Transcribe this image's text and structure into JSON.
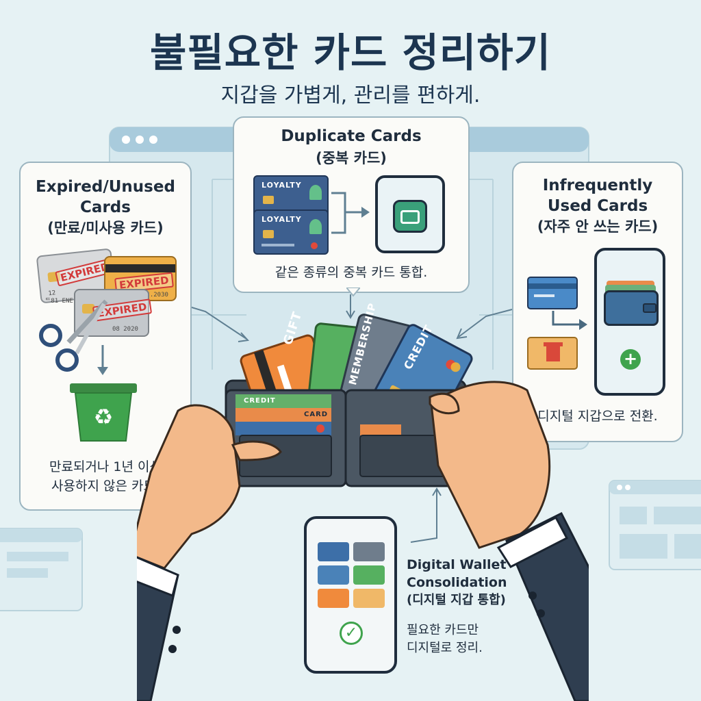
{
  "header": {
    "title": "불필요한 카드 정리하기",
    "subtitle": "지갑을 가볍게, 관리를 편하게."
  },
  "panels": {
    "expired": {
      "title_en_1": "Expired/Unused",
      "title_en_2": "Cards",
      "title_ko": "(만료/미사용 카드)",
      "desc_1": "만료되거나 1년 이상",
      "desc_2": "사용하지 않은 카드.",
      "card_text": "EXPIRED",
      "card_numbers_1": "12",
      "card_numbers_2": "03.2030",
      "card_numbers_3": "08 2020",
      "card_holder": "ᄃ81 ENE"
    },
    "duplicate": {
      "title_en": "Duplicate Cards",
      "title_ko": "(중복 카드)",
      "desc": "같은 종류의 중복 카드 통합.",
      "card_label": "LOYALTY"
    },
    "infrequent": {
      "title_en_1": "Infrequently",
      "title_en_2": "Used Cards",
      "title_ko": "(자주 안 쓰는 카드)",
      "desc": "디지털 지갑으로 전환."
    },
    "digital": {
      "title_en_1": "Digital Wallet",
      "title_en_2": "Consolidation",
      "title_ko": "(디지털 지갑 통합)",
      "desc_1": "필요한 카드만",
      "desc_2": "디지털로 정리."
    }
  },
  "wallet_cards": {
    "gift": "GIFT",
    "membership": "MEMBERSHIP",
    "credit": "CREDIT",
    "credit_small": "CREDIT",
    "card_small": "CARD"
  },
  "colors": {
    "background": "#e6f2f4",
    "title": "#1c3550",
    "panel_border": "#9cb5c0",
    "expired_red": "#d23a3a",
    "bin_green": "#3fa34d",
    "suit_navy": "#2f3e50"
  }
}
